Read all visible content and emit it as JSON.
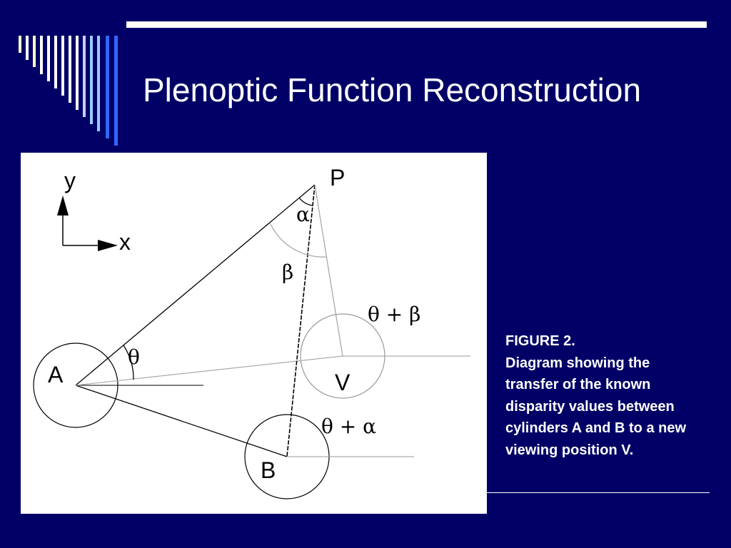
{
  "slide": {
    "title": "Plenoptic Function Reconstruction",
    "colors": {
      "background": "#000066",
      "rule": "#ffffff",
      "stripe_colors": [
        "#ffffcc",
        "#ffffff",
        "#ccccff",
        "#99ccff",
        "#3366ff"
      ]
    }
  },
  "diagram": {
    "axes": {
      "y_label": "y",
      "x_label": "x"
    },
    "points": {
      "p": "P",
      "a": "A",
      "b": "B",
      "v": "V"
    },
    "angles": {
      "alpha": "α",
      "beta": "β",
      "theta": "θ",
      "theta_plus_beta": "θ + β",
      "theta_plus_alpha": "θ + α"
    }
  },
  "caption": {
    "heading": "FIGURE 2.",
    "body": "Diagram showing the transfer of the known disparity values between cylinders A and B to a new viewing position V."
  }
}
